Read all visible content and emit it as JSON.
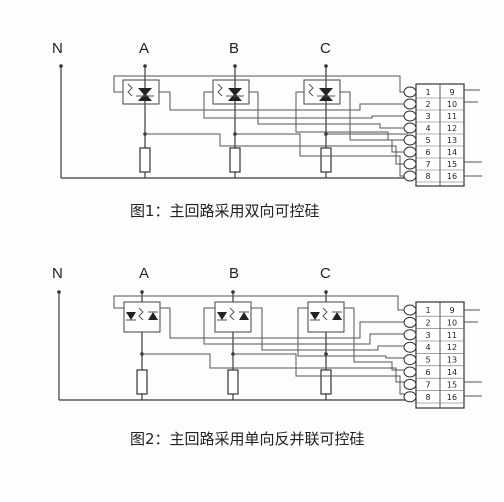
{
  "figure1": {
    "label_n": "N",
    "phases": [
      "A",
      "B",
      "C"
    ],
    "caption": "图1：主回路采用双向可控硅",
    "terminals_left": [
      "1",
      "2",
      "3",
      "4",
      "5",
      "6",
      "7",
      "8"
    ],
    "terminals_right": [
      "9",
      "10",
      "11",
      "12",
      "13",
      "14",
      "15",
      "16"
    ]
  },
  "figure2": {
    "label_n": "N",
    "phases": [
      "A",
      "B",
      "C"
    ],
    "caption": "图2：主回路采用单向反并联可控硅",
    "terminals_left": [
      "1",
      "2",
      "3",
      "4",
      "5",
      "6",
      "7",
      "8"
    ],
    "terminals_right": [
      "9",
      "10",
      "11",
      "12",
      "13",
      "14",
      "15",
      "16"
    ]
  }
}
